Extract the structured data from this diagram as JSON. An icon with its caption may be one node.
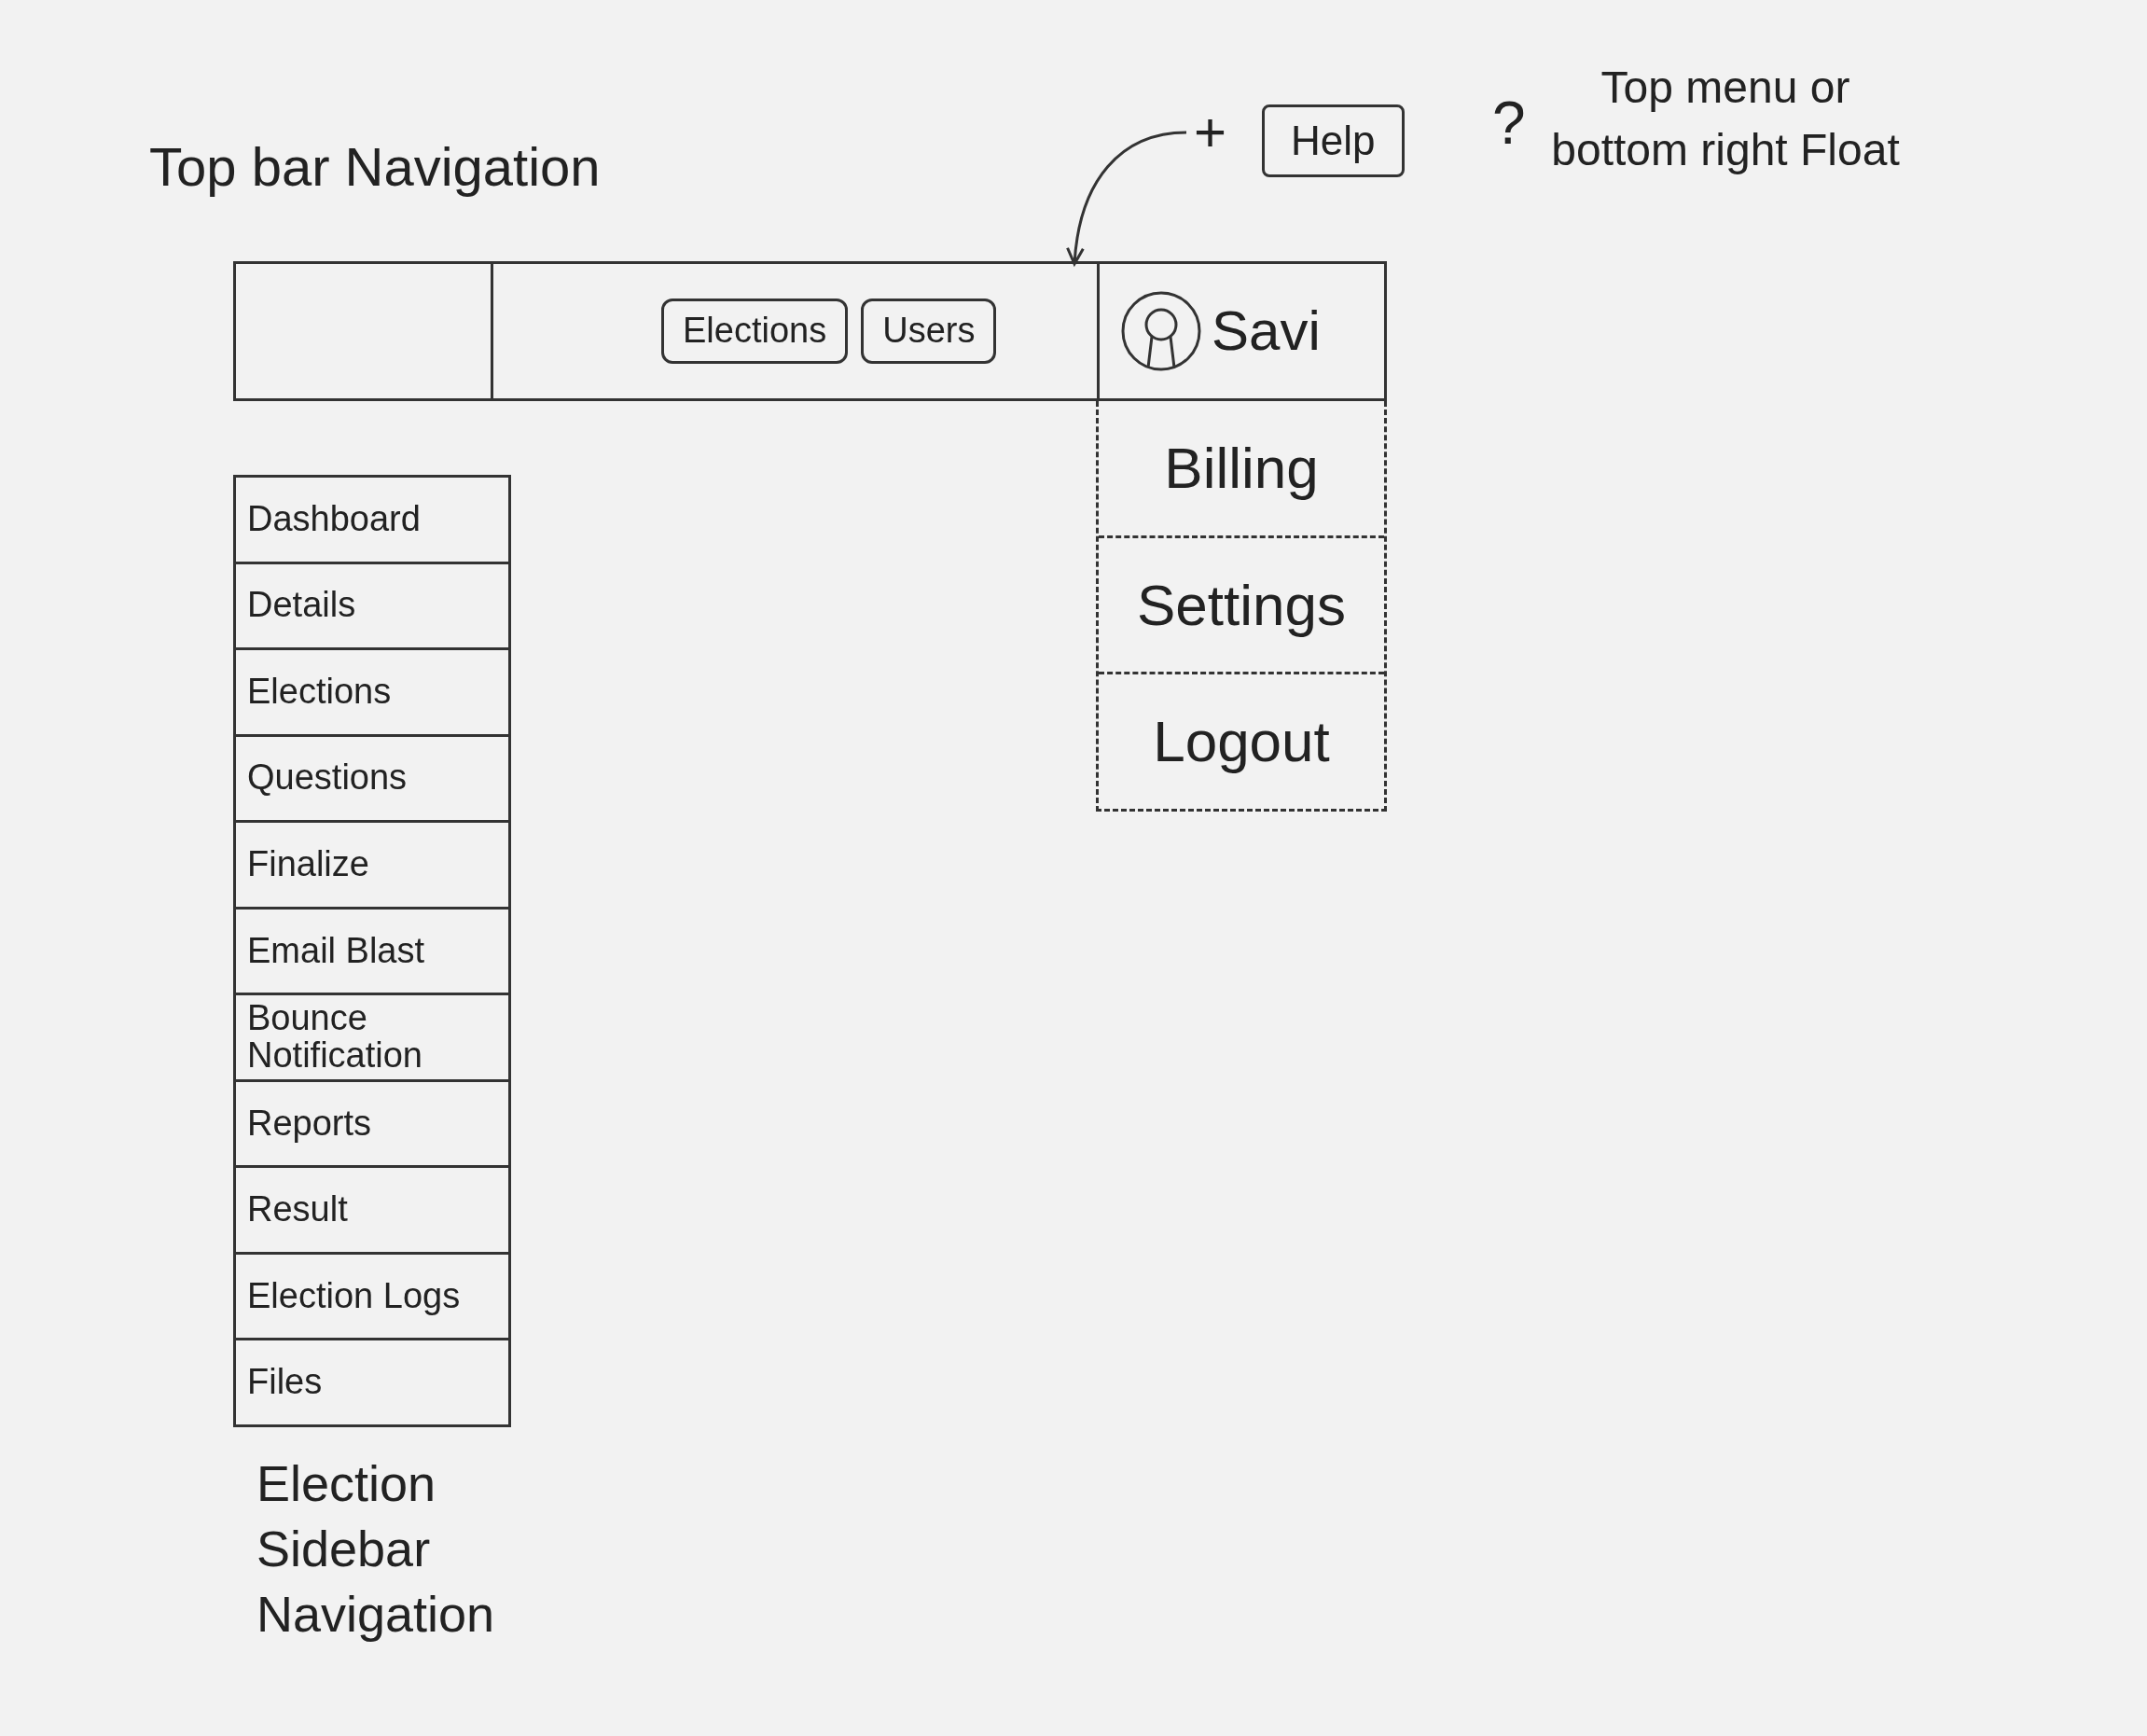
{
  "diagram": {
    "nodes": [
      {
        "text": [],
        "shape": "box",
        "beside": [
          "Top bar Navigation"
        ]
      },
      {
        "text": [],
        "shape": "box",
        "in": 0
      },
      {
        "text": [],
        "shape": "box",
        "in": 0
      },
      {
        "text": [
          "Elections"
        ],
        "in": 2
      },
      {
        "text": [
          "Users"
        ],
        "in": 2
      },
      {
        "text": [
          "Savi"
        ],
        "in": 0
      },
      {
        "text": [
          "+"
        ]
      },
      {
        "text": [
          "Help"
        ]
      },
      {
        "text": [],
        "shape": "box"
      },
      {
        "text": [
          "Billing"
        ],
        "in": 8
      },
      {
        "text": [
          "Settings"
        ],
        "in": 8
      },
      {
        "text": [
          "Logout"
        ],
        "in": 8
      },
      {
        "text": [],
        "shape": "box",
        "beside": [
          "Election Sidebar Navigation"
        ]
      },
      {
        "text": [
          "Dashboard"
        ],
        "in": 12
      },
      {
        "text": [
          "Details"
        ],
        "in": 12
      },
      {
        "text": [
          "Elections"
        ],
        "in": 12
      },
      {
        "text": [
          "Questions"
        ],
        "in": 12
      },
      {
        "text": [
          "Finalize"
        ],
        "in": 12
      },
      {
        "text": [
          "Email Blast"
        ],
        "in": 12
      },
      {
        "text": [
          "Bounce Notification"
        ],
        "in": 12
      },
      {
        "text": [
          "Reports"
        ],
        "in": 12
      },
      {
        "text": [
          "Result"
        ],
        "in": 12
      },
      {
        "text": [
          "Election Logs"
        ],
        "in": 12
      },
      {
        "text": [
          "Files"
        ],
        "in": 12
      }
    ],
    "edges": [
      {
        "from": 6,
        "to": 2,
        "arrow": "to"
      }
    ],
    "labels": [
      "?",
      "Top menu or bottom right Float"
    ]
  }
}
